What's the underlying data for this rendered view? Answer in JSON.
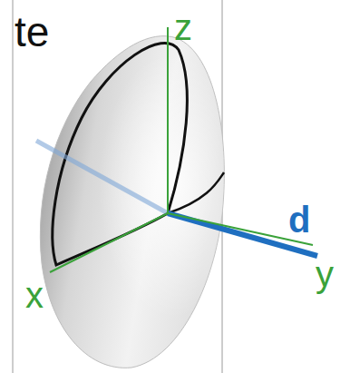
{
  "diagram": {
    "labels": [
      "te",
      "z",
      "x",
      "y",
      "d"
    ]
  }
}
